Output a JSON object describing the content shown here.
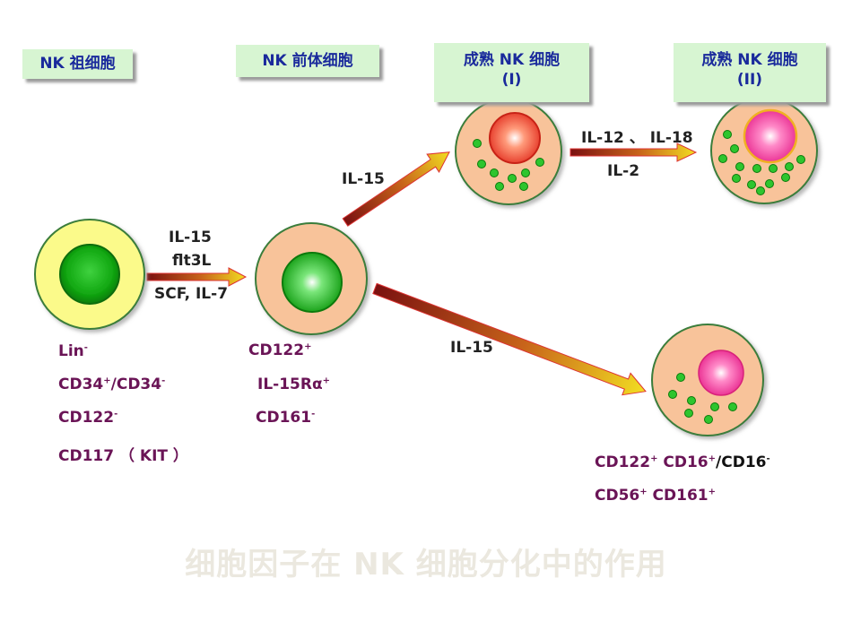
{
  "stages": {
    "progenitor": "NK 祖细胞",
    "precursor": "NK 前体细胞",
    "mature1": "成熟 NK 细胞",
    "mature1_sub": "(I)",
    "mature2": "成熟 NK 细胞",
    "mature2_sub": "(II)"
  },
  "arrows": {
    "a1_line1": "IL-15",
    "a1_line2": "flt3L",
    "a1_line3": "SCF, IL-7",
    "a2": "IL-15",
    "a3_line1": "IL-12 、 IL-18",
    "a3_line2": "IL-2",
    "a4": "IL-15"
  },
  "markers": {
    "progenitor": [
      {
        "name": "Lin",
        "sup": "-"
      },
      {
        "name": "CD34",
        "sup": "+",
        "rest": "/CD34",
        "sup2": "-"
      },
      {
        "name": "CD122",
        "sup": "-"
      },
      {
        "name": "CD117 （ KIT ）",
        "sup": ""
      }
    ],
    "precursor": [
      {
        "name": "CD122",
        "sup": "+"
      },
      {
        "name": "IL-15Rα",
        "sup": "+"
      },
      {
        "name": "CD161",
        "sup": "-"
      }
    ],
    "mature_bottom": {
      "line1_a": "CD122",
      "line1_a_sup": "+",
      "line1_b": " CD16",
      "line1_b_sup": "+",
      "line1_c": "/CD16",
      "line1_c_sup": "-",
      "line2_a": "CD56",
      "line2_a_sup": "+",
      "line2_b": " CD161",
      "line2_b_sup": "+"
    }
  },
  "title": "细胞因子在 NK 细胞分化中的作用",
  "colors": {
    "box_bg": "#d7f5d2",
    "box_text": "#1a2a9c",
    "marker_text": "#6a1456",
    "cell_peach": "#f8c39a",
    "progenitor_outer": "#fbfa8a",
    "granule": "#2ec52e",
    "nucleus_green": "#19b319",
    "nucleus_red": "#ee4a3a",
    "nucleus_pink": "#f03a9a",
    "title_color": "#ebe8df"
  }
}
